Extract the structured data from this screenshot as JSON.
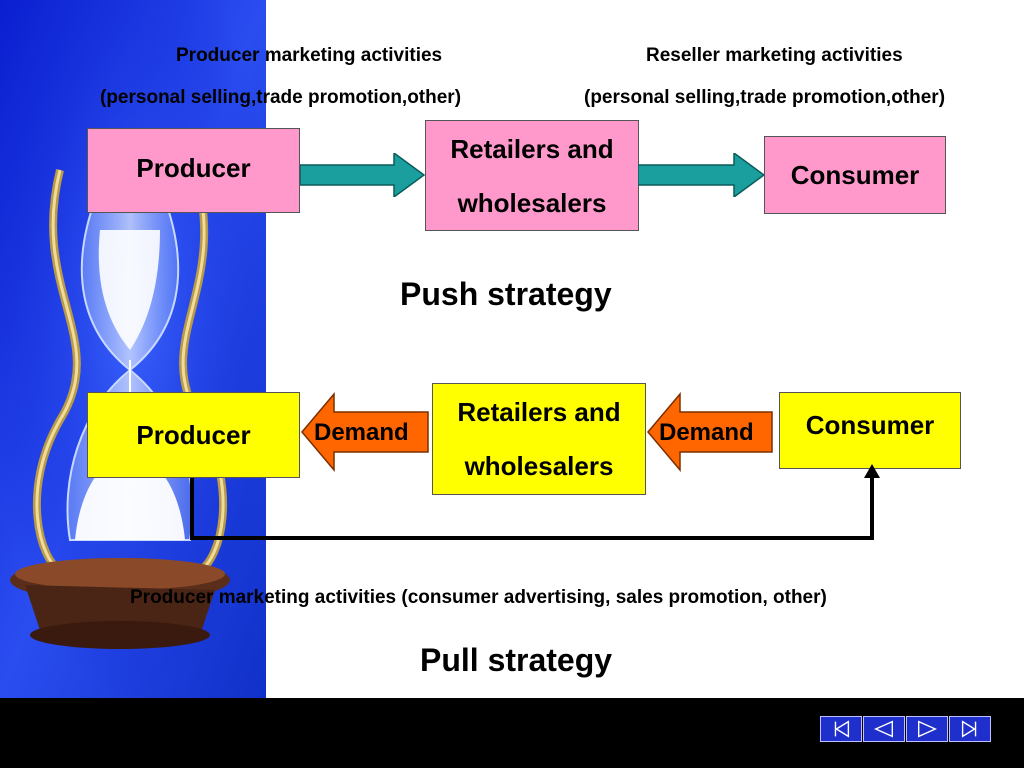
{
  "push": {
    "producer_activities_title": "Producer marketing activities",
    "producer_activities_detail": "(personal selling,trade promotion,other)",
    "reseller_activities_title": "Reseller marketing activities",
    "reseller_activities_detail": "(personal selling,trade promotion,other)",
    "producer": "Producer",
    "retailers_line1": "Retailers and",
    "retailers_line2": "wholesalers",
    "consumer": "Consumer",
    "strategy_title": "Push strategy"
  },
  "pull": {
    "producer": "Producer",
    "demand_left": "Demand",
    "retailers_line1": "Retailers and",
    "retailers_line2": "wholesalers",
    "demand_right": "Demand",
    "consumer": "Consumer",
    "activities": "Producer marketing activities (consumer advertising, sales promotion, other)",
    "strategy_title": "Pull strategy"
  },
  "colors": {
    "push_box": "#ff99cc",
    "pull_box": "#ffff00",
    "push_arrow": "#1a9e9e",
    "pull_arrow": "#ff6600",
    "side_panel": "#1a33e6",
    "nav_bar": "#000000",
    "nav_button": "#1f2fcc"
  },
  "navigation": [
    {
      "name": "first-slide-icon"
    },
    {
      "name": "previous-slide-icon"
    },
    {
      "name": "next-slide-icon"
    },
    {
      "name": "last-slide-icon"
    }
  ]
}
